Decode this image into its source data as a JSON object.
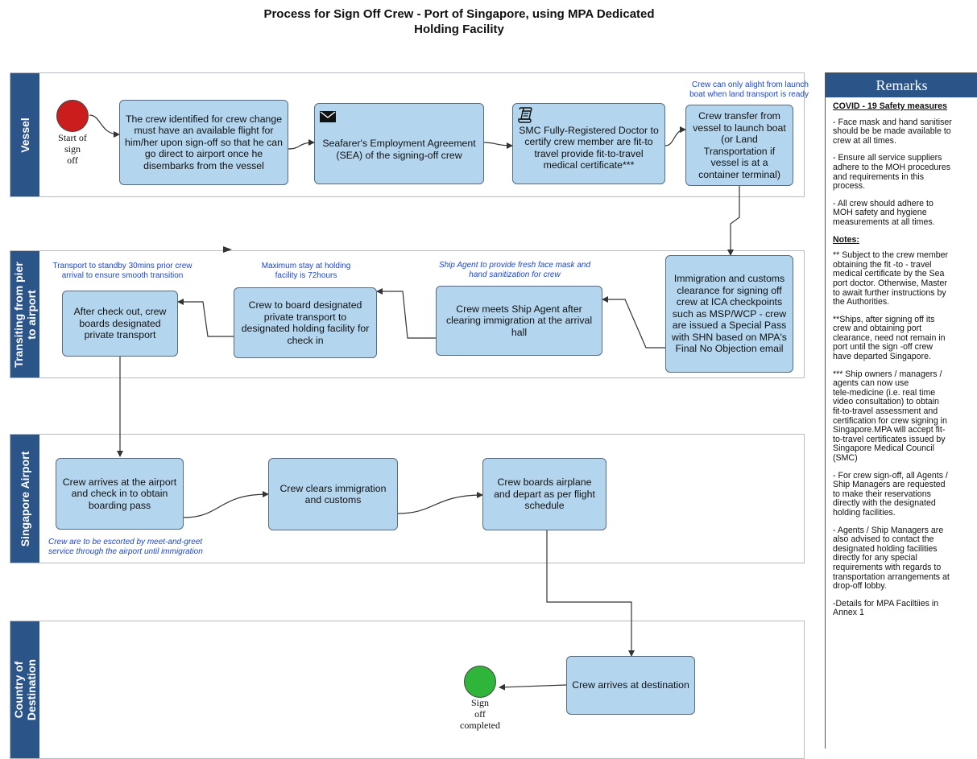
{
  "title": "Process for Sign Off Crew  - Port of Singapore, using MPA Dedicated\nHolding Facility",
  "lanes": {
    "vessel": "Vessel",
    "transit": "Transiting from pier\nto airport",
    "airport": "Singapore Airport",
    "destination": "Country of\nDestination"
  },
  "events": {
    "start": "Start of\nsign\noff",
    "end": "Sign\noff\ncompleted"
  },
  "boxes": {
    "flight": "The crew identified for crew change must have an available flight for him/her upon sign-off so that he can go direct to airport once he disembarks from the vessel",
    "sea": "Seafarer's Employment Agreement (SEA) of the signing-off crew",
    "smc": "SMC Fully-Registered Doctor to certify crew member are fit-to travel provide fit-to-travel medical certificate***",
    "launch": "Crew transfer from vessel to launch boat (or Land Transportation if vessel is at a container terminal)",
    "immigration": "Immigration and customs clearance for signing off crew at ICA checkpoints such as MSP/WCP - crew are issued a Special Pass with SHN based on MPA's Final No Objection email",
    "agent": "Crew meets Ship Agent after clearing immigration at the arrival hall",
    "board_transport": "Crew to board designated private transport to designated holding facility for check in",
    "checkout": "After check out, crew boards designated private transport",
    "arrive_airport": "Crew arrives at the airport and check in to obtain boarding pass",
    "clear": "Crew clears immigration and customs",
    "airplane": "Crew boards airplane and depart as per flight schedule",
    "destination": "Crew arrives at destination"
  },
  "notes": {
    "launch": "Crew can only alight from launch\nboat when land transport is ready",
    "transport": "Transport to standby 30mins prior crew\narrival to ensure smooth transition",
    "stay": "Maximum stay at holding\nfacility is 72hours",
    "agent": "Ship Agent to provide fresh face mask and\nhand sanitization for crew",
    "escort": "Crew are to be escorted by meet-and-greet\nservice through the airport until immigration"
  },
  "remarks": {
    "title": "Remarks",
    "covid_heading": "COVID - 19 Safety measures",
    "covid_items": [
      "- Face mask and hand sanitiser\nshould be be made available to\ncrew at all times.",
      "- Ensure all service suppliers\nadhere to the MOH procedures\nand requirements in this\nprocess.",
      "- All crew should adhere to\nMOH safety and hygiene\nmeasurements at all times."
    ],
    "notes_heading": "Notes:",
    "notes_items": [
      "** Subject to the crew member\nobtaining the fit -to - travel\nmedical certificate by the Sea\nport doctor. Otherwise, Master\nto await further instructions by\nthe Authorities.",
      "**Ships, after signing off its\ncrew and obtaining port\nclearance, need not remain in\nport until the sign -off crew\nhave departed Singapore.",
      "*** Ship owners / managers /\nagents can now use\ntele-medicine (i.e. real time\nvideo consultation) to obtain\nfit-to-travel assessment and\ncertification for crew signing in\nSingapore.MPA will accept fit-\nto-travel certificates issued by\nSingapore Medical Council\n(SMC)",
      "- For crew sign-off, all Agents /\nShip Managers  are requested\nto make their reservations\ndirectly with the designated\nholding facilities.",
      "- Agents / Ship Managers are\nalso advised to contact the\ndesignated holding facilities\ndirectly for any special\nrequirements with regards to\ntransportation arrangements at\ndrop-off lobby.",
      "-Details for MPA Faciltiies in\nAnnex 1"
    ]
  },
  "colors": {
    "lane_header": "#2b5488",
    "box_fill": "#b3d5ee",
    "start_event": "#cc1d1d",
    "end_event": "#2fb53a",
    "note_text": "#1b47c9"
  }
}
